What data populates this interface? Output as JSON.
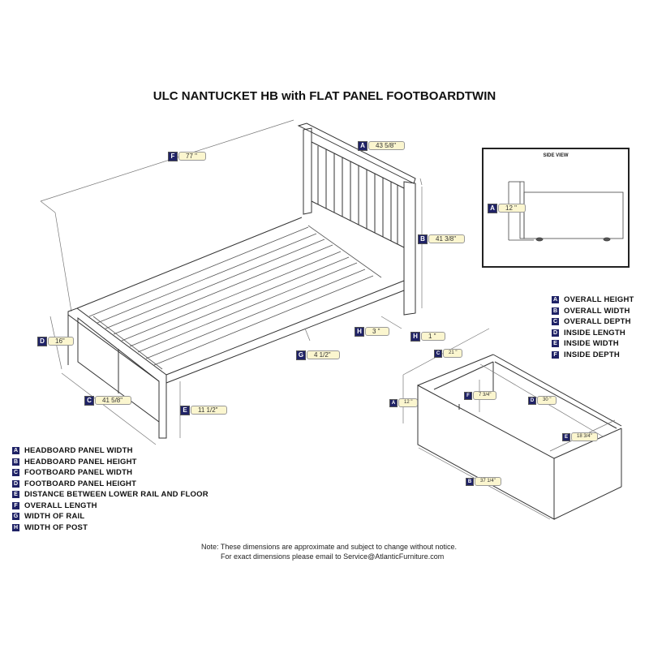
{
  "title": "ULC NANTUCKET HB with FLAT PANEL FOOTBOARDTWIN",
  "bed_dimensions": [
    {
      "key": "F",
      "value": "77 \""
    },
    {
      "key": "A",
      "value": "43 5/8\""
    },
    {
      "key": "B",
      "value": "41 3/8\""
    },
    {
      "key": "D",
      "value": "16\""
    },
    {
      "key": "H",
      "value": "3 \""
    },
    {
      "key": "H",
      "value": "1 \""
    },
    {
      "key": "G",
      "value": "4 1/2\""
    },
    {
      "key": "C",
      "value": "41 5/8\""
    },
    {
      "key": "E",
      "value": "11 1/2\""
    }
  ],
  "bed_legend": [
    {
      "key": "A",
      "label": "HEADBOARD PANEL WIDTH"
    },
    {
      "key": "B",
      "label": "HEADBOARD PANEL HEIGHT"
    },
    {
      "key": "C",
      "label": "FOOTBOARD PANEL WIDTH"
    },
    {
      "key": "D",
      "label": "FOOTBOARD PANEL HEIGHT"
    },
    {
      "key": "E",
      "label": "DISTANCE BETWEEN LOWER RAIL AND FLOOR"
    },
    {
      "key": "F",
      "label": "OVERALL LENGTH"
    },
    {
      "key": "G",
      "label": "WIDTH OF RAIL"
    },
    {
      "key": "H",
      "label": "WIDTH OF POST"
    }
  ],
  "side_view": {
    "title": "SIDE VIEW",
    "dimension": {
      "key": "A",
      "value": "12 \""
    }
  },
  "drawer_legend": [
    {
      "key": "A",
      "label": "OVERALL HEIGHT"
    },
    {
      "key": "B",
      "label": "OVERALL WIDTH"
    },
    {
      "key": "C",
      "label": "OVERALL DEPTH"
    },
    {
      "key": "D",
      "label": "INSIDE LENGTH"
    },
    {
      "key": "E",
      "label": "INSIDE WIDTH"
    },
    {
      "key": "F",
      "label": "INSIDE DEPTH"
    }
  ],
  "drawer_dimensions": [
    {
      "key": "C",
      "value": "21 \""
    },
    {
      "key": "A",
      "value": "12 \""
    },
    {
      "key": "F",
      "value": "7 3/4\""
    },
    {
      "key": "D",
      "value": "30 \""
    },
    {
      "key": "E",
      "value": "18 3/4\""
    },
    {
      "key": "B",
      "value": "37 1/4\""
    }
  ],
  "note": {
    "line1": "Note: These dimensions are approximate and subject to change without notice.",
    "line2": "For exact dimensions please email to Service@AtlanticFurniture.com"
  }
}
